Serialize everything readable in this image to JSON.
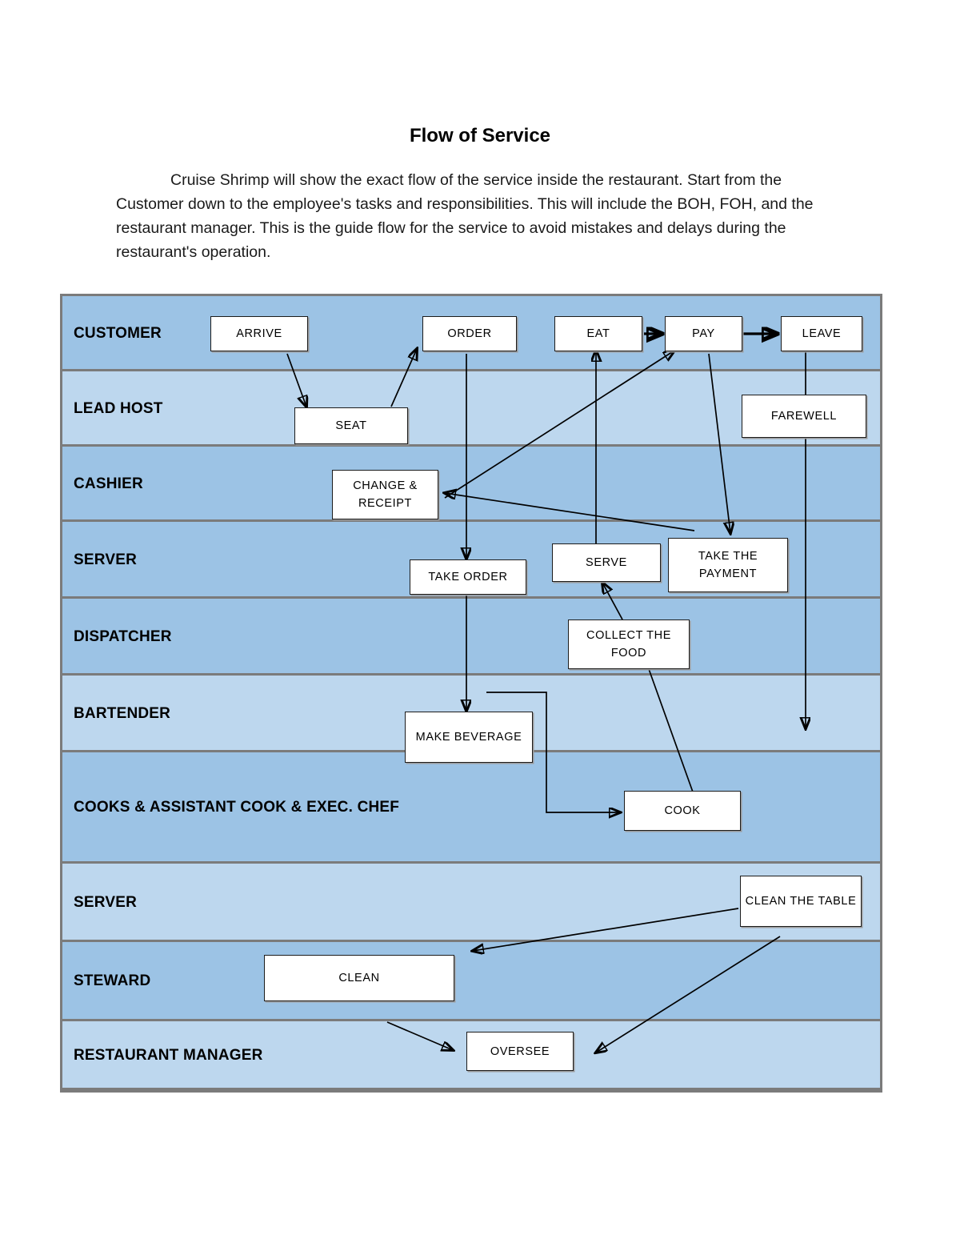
{
  "document": {
    "title": "Flow of Service",
    "intro": "Cruise Shrimp will show the exact flow of the service inside the restaurant. Start from the Customer down to the employee's tasks and responsibilities. This will include the BOH, FOH, and the restaurant manager. This is the guide flow for the service to avoid mistakes and delays during the restaurant's operation."
  },
  "colors": {
    "lane_dark": "#9cc3e5",
    "lane_light": "#bdd7ee",
    "lane_border": "#7b7b7b",
    "node_fill": "#ffffff",
    "node_border": "#1c1c1c",
    "connector": "#000000"
  },
  "diagram": {
    "type": "swimlane-flowchart",
    "lanes": [
      {
        "label": "CUSTOMER",
        "shade": "dark"
      },
      {
        "label": "LEAD HOST",
        "shade": "light"
      },
      {
        "label": "CASHIER",
        "shade": "dark"
      },
      {
        "label": "SERVER",
        "shade": "dark"
      },
      {
        "label": "DISPATCHER",
        "shade": "dark"
      },
      {
        "label": "BARTENDER",
        "shade": "light"
      },
      {
        "label": "COOKS & ASSISTANT COOK & EXEC. CHEF",
        "shade": "dark"
      },
      {
        "label": "SERVER",
        "shade": "light"
      },
      {
        "label": "STEWARD",
        "shade": "dark"
      },
      {
        "label": "RESTAURANT MANAGER",
        "shade": "light"
      }
    ],
    "nodes": [
      {
        "id": "arrive",
        "lane": "CUSTOMER",
        "label": "ARRIVE"
      },
      {
        "id": "order",
        "lane": "CUSTOMER",
        "label": "ORDER"
      },
      {
        "id": "eat",
        "lane": "CUSTOMER",
        "label": "EAT"
      },
      {
        "id": "pay",
        "lane": "CUSTOMER",
        "label": "PAY"
      },
      {
        "id": "leave",
        "lane": "CUSTOMER",
        "label": "LEAVE"
      },
      {
        "id": "seat",
        "lane": "LEAD HOST",
        "label": "SEAT"
      },
      {
        "id": "farewell",
        "lane": "LEAD HOST",
        "label": "FAREWELL"
      },
      {
        "id": "change",
        "lane": "CASHIER",
        "label": "CHANGE & RECEIPT"
      },
      {
        "id": "takeorder",
        "lane": "SERVER",
        "label": "TAKE ORDER"
      },
      {
        "id": "serve",
        "lane": "SERVER",
        "label": "SERVE"
      },
      {
        "id": "takepayment",
        "lane": "SERVER",
        "label": "TAKE THE PAYMENT"
      },
      {
        "id": "collectfood",
        "lane": "DISPATCHER",
        "label": "COLLECT THE FOOD"
      },
      {
        "id": "makebeverage",
        "lane": "BARTENDER",
        "label": "MAKE BEVERAGE"
      },
      {
        "id": "cook",
        "lane": "COOKS & ASSISTANT COOK & EXEC. CHEF",
        "label": "COOK"
      },
      {
        "id": "cleantable",
        "lane": "SERVER",
        "label": "CLEAN THE TABLE"
      },
      {
        "id": "clean",
        "lane": "STEWARD",
        "label": "CLEAN"
      },
      {
        "id": "oversee",
        "lane": "RESTAURANT MANAGER",
        "label": "OVERSEE"
      }
    ],
    "edges": [
      {
        "from": "arrive",
        "to": "seat"
      },
      {
        "from": "seat",
        "to": "order"
      },
      {
        "from": "order",
        "to": "takeorder"
      },
      {
        "from": "takeorder",
        "to": "makebeverage"
      },
      {
        "from": "takeorder",
        "to": "cook"
      },
      {
        "from": "cook",
        "to": "collectfood"
      },
      {
        "from": "collectfood",
        "to": "serve"
      },
      {
        "from": "serve",
        "to": "eat"
      },
      {
        "from": "eat",
        "to": "pay"
      },
      {
        "from": "pay",
        "to": "takepayment"
      },
      {
        "from": "takepayment",
        "to": "change"
      },
      {
        "from": "change",
        "to": "pay"
      },
      {
        "from": "pay",
        "to": "leave"
      },
      {
        "from": "leave",
        "to": "farewell"
      },
      {
        "from": "cleantable",
        "to": "clean"
      },
      {
        "from": "clean",
        "to": "oversee"
      },
      {
        "from": "cleantable",
        "to": "oversee"
      }
    ]
  }
}
